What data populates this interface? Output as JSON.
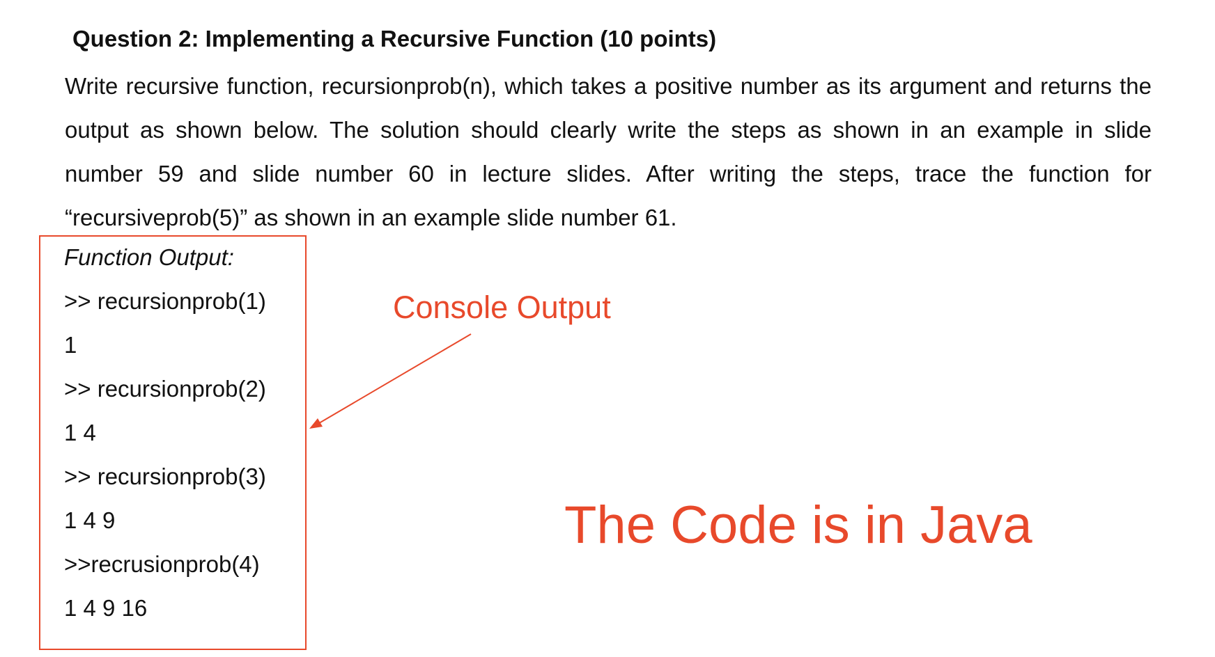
{
  "question": {
    "title": "Question 2: Implementing a Recursive Function (10 points)",
    "body": "Write recursive function, recursionprob(n), which takes a positive number as its argument and returns the output as shown below. The solution should clearly write the steps as shown in an example in slide number 59 and slide number 60 in lecture slides. After writing the steps, trace the function for “recursiveprob(5)” as shown in an example slide number 61."
  },
  "output_box": {
    "heading": "Function Output:",
    "lines": [
      ">> recursionprob(1)",
      "1",
      ">> recursionprob(2)",
      "1 4",
      ">> recursionprob(3)",
      "1 4 9",
      ">>recrusionprob(4)",
      "1 4 9 16"
    ]
  },
  "annotations": {
    "console_label": "Console Output",
    "java_note": "The Code is in Java",
    "accent_color": "#e8492b"
  }
}
